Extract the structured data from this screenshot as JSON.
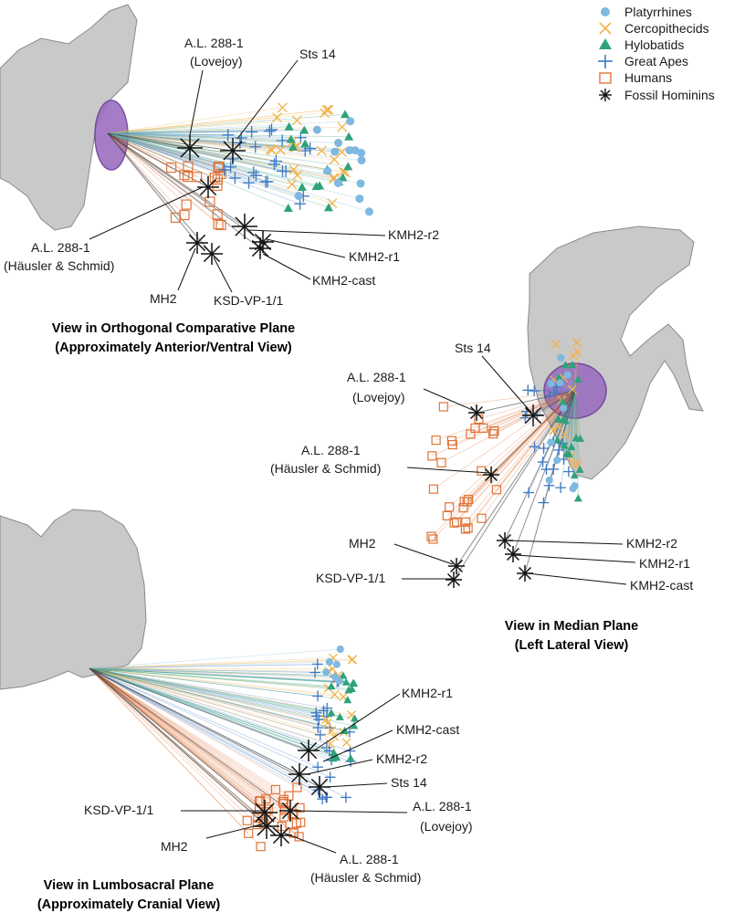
{
  "legend": {
    "items": [
      {
        "label": "Platyrrhines",
        "marker": "circle",
        "color": "#7fb8e0"
      },
      {
        "label": "Cercopithecids",
        "marker": "x",
        "color": "#f2b24a"
      },
      {
        "label": "Hylobatids",
        "marker": "triangle",
        "color": "#2fa27a"
      },
      {
        "label": "Great Apes",
        "marker": "plus",
        "color": "#3b78c4"
      },
      {
        "label": "Humans",
        "marker": "square",
        "color": "#e0743a"
      },
      {
        "label": "Fossil Hominins",
        "marker": "asterisk",
        "color": "#111111"
      }
    ]
  },
  "colors": {
    "bone": "#c9c9c9",
    "bone_edge": "#8a8a8a",
    "acetabulum": "#9b6fc0",
    "acetabulum_edge": "#6b3f99"
  },
  "panels": {
    "anterior": {
      "caption_line1": "View in Orthogonal Comparative Plane",
      "caption_line2": "(Approximately Anterior/Ventral View)",
      "labels": {
        "al288_lovejoy_1": "A.L. 288-1",
        "al288_lovejoy_2": "(Lovejoy)",
        "sts14": "Sts 14",
        "al288_hs_1": "A.L. 288-1",
        "al288_hs_2": "(Häusler & Schmid)",
        "kmh2_r2": "KMH2-r2",
        "kmh2_r1": "KMH2-r1",
        "kmh2_cast": "KMH2-cast",
        "mh2": "MH2",
        "ksd": "KSD-VP-1/1"
      }
    },
    "median": {
      "caption_line1": "View in Median Plane",
      "caption_line2": "(Left Lateral View)",
      "labels": {
        "sts14": "Sts 14",
        "al288_lovejoy_1": "A.L. 288-1",
        "al288_lovejoy_2": "(Lovejoy)",
        "al288_hs_1": "A.L. 288-1",
        "al288_hs_2": "(Häusler & Schmid)",
        "mh2": "MH2",
        "ksd": "KSD-VP-1/1",
        "kmh2_r2": "KMH2-r2",
        "kmh2_r1": "KMH2-r1",
        "kmh2_cast": "KMH2-cast"
      }
    },
    "cranial": {
      "caption_line1": "View in Lumbosacral Plane",
      "caption_line2": "(Approximately Cranial View)",
      "labels": {
        "kmh2_r1": "KMH2-r1",
        "kmh2_cast": "KMH2-cast",
        "kmh2_r2": "KMH2-r2",
        "sts14": "Sts 14",
        "ksd": "KSD-VP-1/1",
        "al288_lovejoy_1": "A.L. 288-1",
        "al288_lovejoy_2": "(Lovejoy)",
        "mh2": "MH2",
        "al288_hs_1": "A.L. 288-1",
        "al288_hs_2": "(Häusler & Schmid)"
      }
    }
  }
}
